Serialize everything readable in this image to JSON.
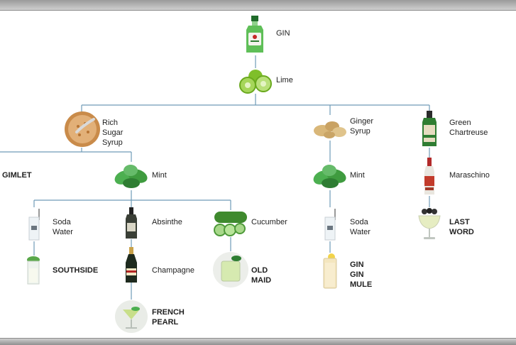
{
  "nodes": {
    "gin": "GIN",
    "lime": "Lime",
    "rich_sugar_syrup": "Rich Sugar\nSyrup",
    "gimlet": "GIMLET",
    "mint_left": "Mint",
    "soda_water_left": "Soda Water",
    "southside": "SOUTHSIDE",
    "absinthe": "Absinthe",
    "champagne": "Champagne",
    "french_pearl": "FRENCH\nPEARL",
    "cucumber": "Cucumber",
    "old_maid": "OLD MAID",
    "ginger_syrup": "Ginger Syrup",
    "mint_right": "Mint",
    "soda_water_right": "Soda Water",
    "gin_gin_mule": "GIN GIN\nMULE",
    "green_chartreuse": "Green\nChartreuse",
    "maraschino": "Maraschino",
    "last_word": "LAST WORD"
  },
  "icons": {
    "gin": "gin-bottle-icon",
    "lime": "lime-icon",
    "sugar": "sugar-bowl-icon",
    "mint": "mint-leaves-icon",
    "soda": "soda-water-glass-icon",
    "absinthe": "absinthe-bottle-icon",
    "champagne": "champagne-bottle-icon",
    "cucumber": "cucumber-icon",
    "ginger": "ginger-root-icon",
    "chartreuse": "green-chartreuse-bottle-icon",
    "maraschino": "maraschino-bottle-icon",
    "cocktail": "cocktail-glass-icon"
  },
  "colors": {
    "connector": "#6f9bb8",
    "mint": "#3f9b3f",
    "lime": "#8cc63f",
    "bottle_green": "#2f7d32"
  }
}
